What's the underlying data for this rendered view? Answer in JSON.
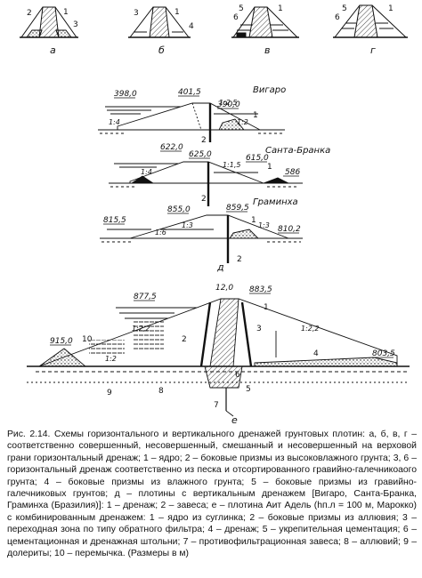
{
  "top_row": {
    "letters": [
      "а",
      "б",
      "в",
      "г"
    ],
    "panel_a_nums": [
      "2",
      "1",
      "3"
    ],
    "panel_b_nums": [
      "3",
      "1",
      "4"
    ],
    "panel_v_nums": [
      "5",
      "6",
      "1"
    ],
    "panel_g_nums": [
      "5",
      "6",
      "1"
    ]
  },
  "dam_vigaro": {
    "name": "Вигаро",
    "elev_left": "398,0",
    "elev_crest": "401,5",
    "elev_right": "390,0",
    "slope_left": "1:4",
    "slope_right1": "1:2,5",
    "slope_right2": "1:2",
    "nums": [
      "1",
      "2"
    ]
  },
  "dam_santa": {
    "name": "Санта-Бранка",
    "elev_left": "622,0",
    "elev_crest": "625,0",
    "elev_right": "615,0",
    "elev_far": "586",
    "slope_left": "1:4",
    "slope_right": "1:1,5",
    "nums": [
      "1",
      "2"
    ]
  },
  "dam_graminha": {
    "name": "Граминха",
    "elev_left": "815,5",
    "elev_center": "855,0",
    "elev_crest": "859,5",
    "elev_right": "810,2",
    "slope_left": "1:6",
    "slope_mid": "1:3",
    "slope_right": "1:3",
    "nums": [
      "1",
      "2"
    ],
    "letter": "д"
  },
  "dam_ait": {
    "elev_up": "877,5",
    "crest_width": "12,0",
    "elev_crest": "883,5",
    "elev_left": "915,0",
    "elev_right": "803,5",
    "slope_left": "1:2,2",
    "slope_right": "1:2,2",
    "slope_12": "1:2",
    "nums": [
      "1",
      "2",
      "3",
      "4",
      "5",
      "6",
      "7",
      "8",
      "9",
      "10"
    ],
    "letter": "е"
  },
  "caption": {
    "figure": "Рис. 2.14. Схемы горизонтального и вертикального дренажей грунтовых плотин:",
    "body": "а, б, в, г – соответственно совершенный, несовершенный, смешанный и несовершенный на верховой грани горизонтальный дренаж; 1 – ядро; 2 – боковые призмы из высоковлажного грунта; 3, 6 – горизонтальный дренаж соответственно из песка и отсортированного гравийно-галечникоаого грунта; 4 – боковые призмы из влажного грунта; 5 – боковые призмы из гравийно-галечниковых грунтов; д – плотины с вертикальным дренажем [Вигаро, Санта-Бранка, Граминха (Бразилия)]: 1 – дренаж; 2 – завеса; е – плотина Аит Адель (hп.л = 100 м, Марокко) с комбинированным дренажем: 1 – ядро из суглинка; 2 – боковые призмы из аллювия; 3 – переходная зона по типу обратного фильтра; 4 – дренаж; 5 – укрепительная цементация; 6 – цементационная и дренажная штольни; 7 – противофильтрационная завеса; 8 – аллювий; 9 – долериты; 10 – перемычка. (Размеры в м)"
  }
}
